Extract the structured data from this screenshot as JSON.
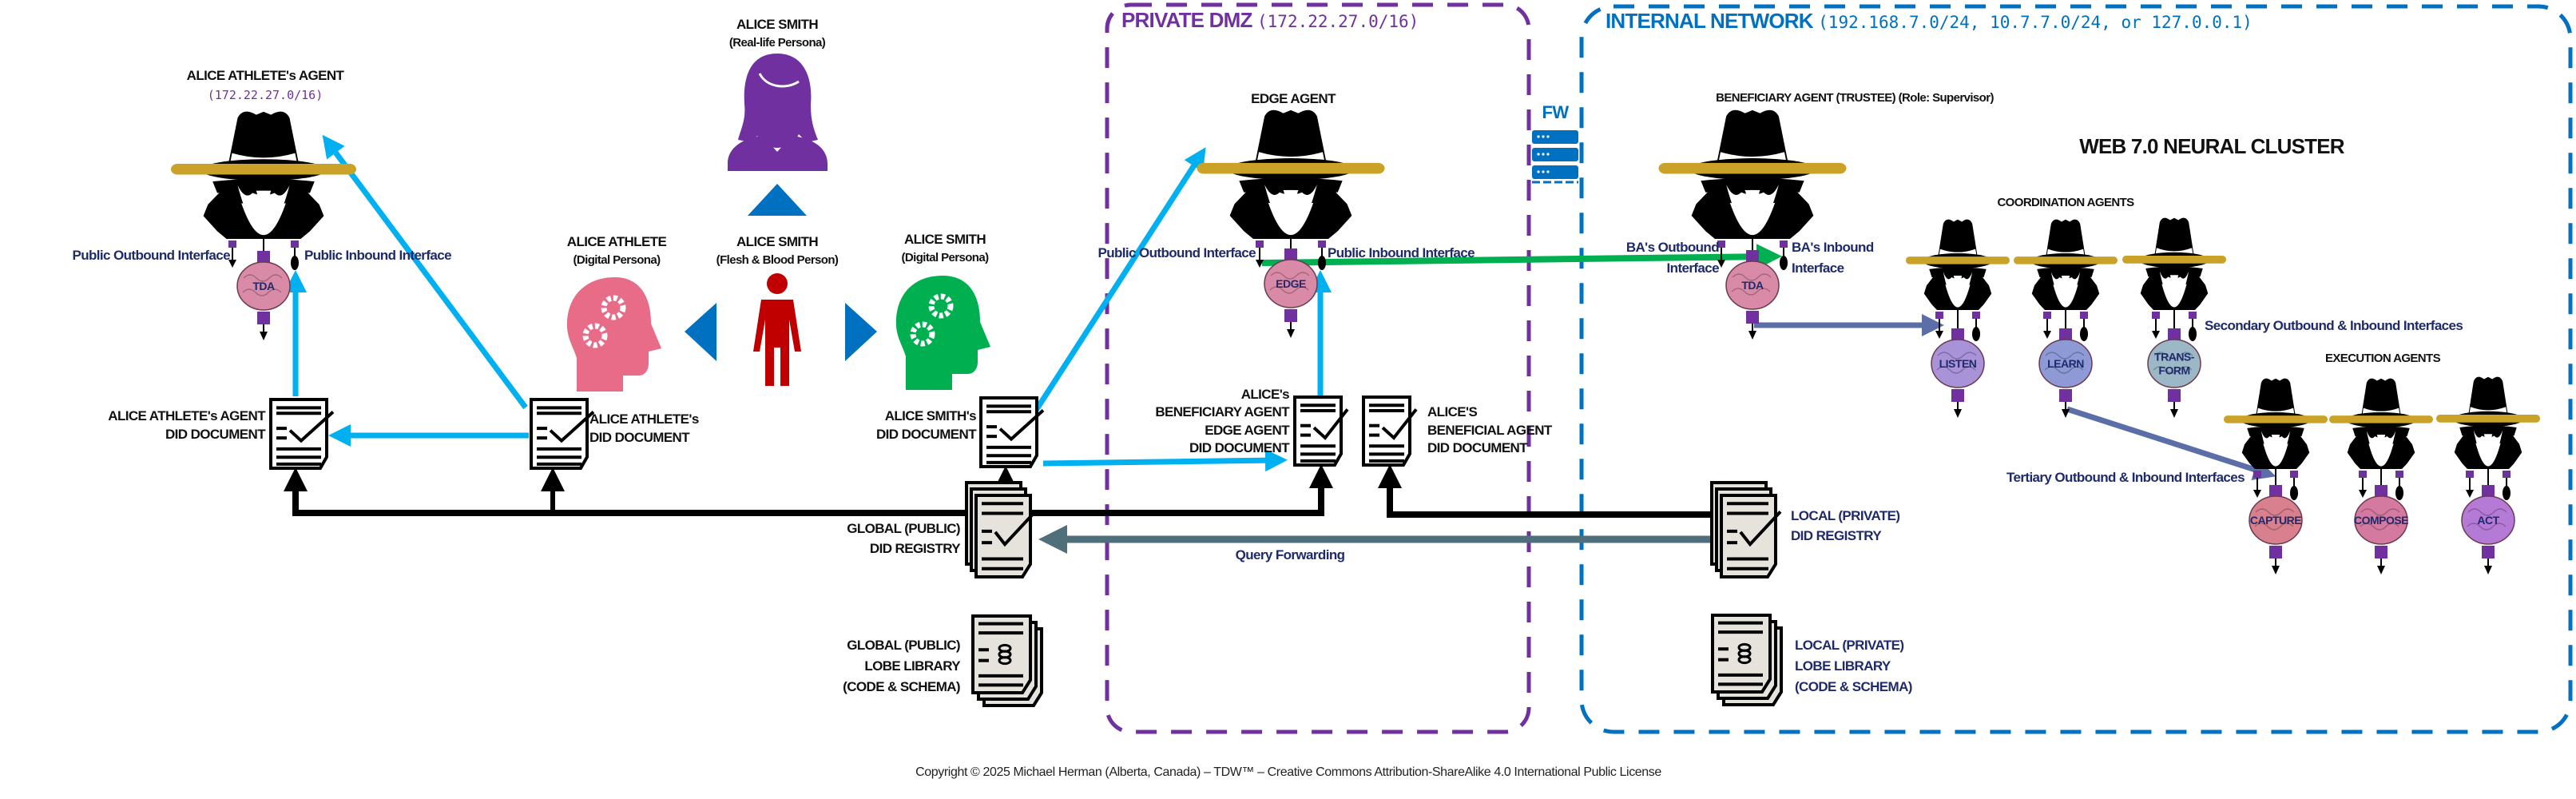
{
  "zones": {
    "dmz": {
      "title": "PRIVATE DMZ",
      "subnet": "(172.22.27.0/16)",
      "color": "#7030a0"
    },
    "internal": {
      "title": "INTERNAL NETWORK",
      "subnet": "(192.168.7.0/24, 10.7.7.0/24, or 127.0.0.1)",
      "color": "#0070c0"
    }
  },
  "alice_athlete_agent": {
    "title": "ALICE ATHLETE's AGENT",
    "subnet": "(172.22.27.0/16)",
    "outbound": "Public Outbound Interface",
    "inbound": "Public Inbound Interface"
  },
  "alice_smith_real": {
    "name": "ALICE SMITH",
    "role": "(Real-life Persona)"
  },
  "alice_athlete_persona": {
    "name": "ALICE ATHLETE",
    "role": "(Digital Persona)"
  },
  "alice_smith_person": {
    "name": "ALICE SMITH",
    "role": "(Flesh & Blood Person)"
  },
  "alice_smith_persona": {
    "name": "ALICE SMITH",
    "role": "(Digital Persona)"
  },
  "docs": {
    "athlete_agent_doc": [
      "ALICE ATHLETE's AGENT",
      "DID DOCUMENT"
    ],
    "athlete_doc": [
      "ALICE ATHLETE's",
      "DID DOCUMENT"
    ],
    "smith_doc": [
      "ALICE SMITH's",
      "DID DOCUMENT"
    ],
    "ba_edge_doc": [
      "ALICE's",
      "BENEFICIARY AGENT",
      "EDGE AGENT",
      "DID DOCUMENT"
    ],
    "beneficial_doc": [
      "ALICE'S",
      "BENEFICIAL AGENT",
      "DID DOCUMENT"
    ]
  },
  "edge_agent": {
    "title": "EDGE AGENT",
    "outbound": "Public Outbound Interface",
    "inbound": "Public Inbound Interface"
  },
  "firewall": {
    "label": "FW"
  },
  "beneficiary_agent": {
    "title": "BENEFICIARY AGENT (TRUSTEE) (Role: Supervisor)",
    "outbound": [
      "BA's Outbound",
      "Interface"
    ],
    "inbound": [
      "BA's Inbound",
      "Interface"
    ]
  },
  "cluster": {
    "title": "WEB 7.0 NEURAL CLUSTER",
    "coordination_title": "COORDINATION AGENTS",
    "execution_title": "EXECUTION AGENTS",
    "secondary_interfaces": "Secondary Outbound & Inbound Interfaces",
    "tertiary_interfaces": "Tertiary Outbound & Inbound Interfaces"
  },
  "brains": [
    {
      "label": "TDA",
      "color": "#d98aa6"
    },
    {
      "label": "EDGE",
      "color": "#d98aa6"
    },
    {
      "label": "TDA",
      "color": "#d98aa6"
    },
    {
      "label": "LISTEN",
      "color": "#a892d8"
    },
    {
      "label": "LEARN",
      "color": "#8d9ad6"
    },
    {
      "label": "TRANS-FORM",
      "color": "#9cb8c6"
    },
    {
      "label": "CAPTURE",
      "color": "#d9808f"
    },
    {
      "label": "COMPOSE",
      "color": "#d47aa0"
    },
    {
      "label": "ACT",
      "color": "#b57ad6"
    }
  ],
  "registries": {
    "global_did": [
      "GLOBAL (PUBLIC)",
      "DID REGISTRY"
    ],
    "local_did": [
      "LOCAL (PRIVATE)",
      "DID REGISTRY"
    ],
    "global_lobe": [
      "GLOBAL (PUBLIC)",
      "LOBE LIBRARY",
      "(CODE & SCHEMA)"
    ],
    "local_lobe": [
      "LOCAL (PRIVATE)",
      "LOBE LIBRARY",
      "(CODE & SCHEMA)"
    ]
  },
  "query_forwarding": "Query Forwarding",
  "copyright": "Copyright © 2025 Michael Herman (Alberta, Canada) – TDW™ – Creative Commons Attribution-ShareAlike 4.0 International Public License",
  "colors": {
    "arrow_blue": "#00b0f0",
    "green_link": "#00b050",
    "query": "#4f6f7a",
    "navy": "#1f2a6b",
    "gold": "#c9a227",
    "port": "#7030a0"
  }
}
